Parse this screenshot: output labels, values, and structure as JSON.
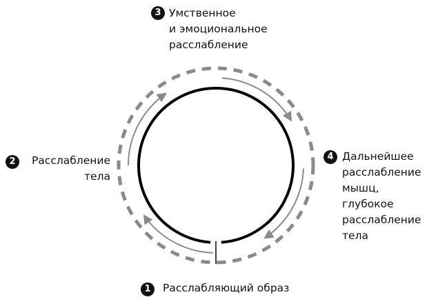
{
  "steps": [
    {
      "number": "1",
      "lines": [
        "Расслабляющий образ"
      ]
    },
    {
      "number": "2",
      "lines": [
        "Расслабление",
        "тела"
      ]
    },
    {
      "number": "3",
      "lines": [
        "Умственное",
        "и эмоциональное",
        "расслабление"
      ]
    },
    {
      "number": "4",
      "lines": [
        "Дальнейшее",
        "расслабление",
        "мышц,",
        "глубокое",
        "расслабление",
        "тела"
      ]
    }
  ],
  "colors": {
    "main_circle": "#000000",
    "dashed_circle": "#8a8a8a",
    "arrows": "#8a8a8a"
  }
}
